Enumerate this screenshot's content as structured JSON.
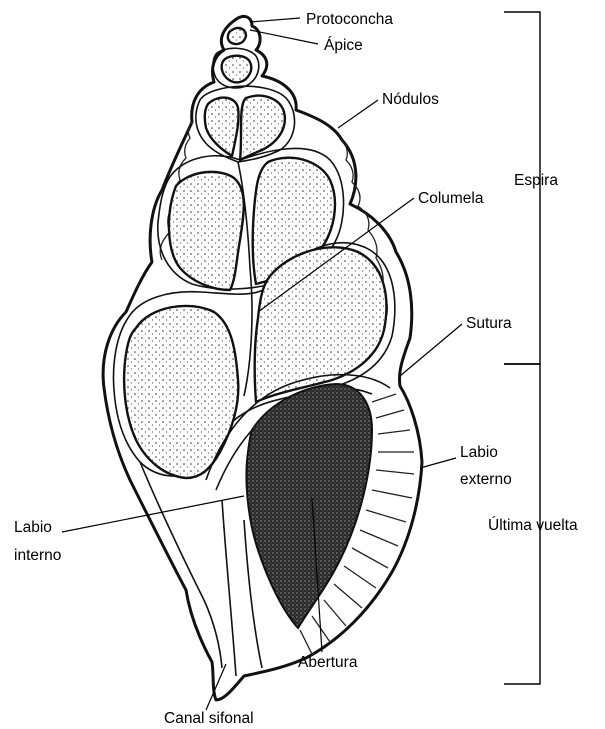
{
  "labels": {
    "protoconcha": "Protoconcha",
    "apice": "Ápice",
    "nodulos": "Nódulos",
    "columela": "Columela",
    "sutura": "Sutura",
    "labio_externo_1": "Labio",
    "labio_externo_2": "externo",
    "labio_interno_1": "Labio",
    "labio_interno_2": "interno",
    "abertura": "Abertura",
    "canal_sifonal": "Canal sifonal",
    "espira": "Espira",
    "ultima_vuelta": "Última vuelta"
  }
}
